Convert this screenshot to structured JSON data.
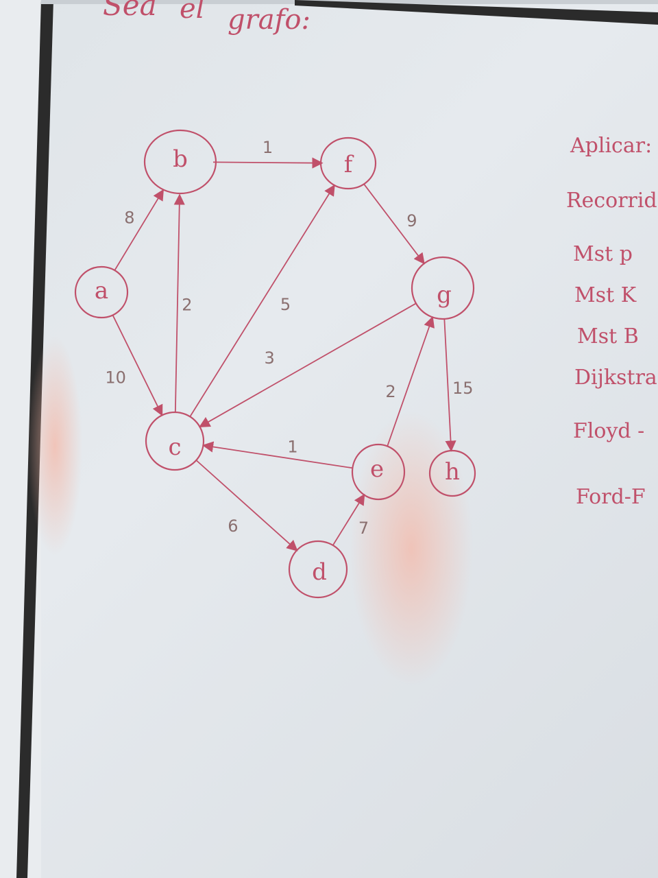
{
  "heading": {
    "text_a": "Sea",
    "text_b": "el",
    "text_c": "grafo:"
  },
  "nodes": {
    "a": "a",
    "b": "b",
    "c": "c",
    "d": "d",
    "e": "e",
    "f": "f",
    "g": "g",
    "h": "h"
  },
  "edges": [
    {
      "from": "a",
      "to": "b",
      "weight": "8"
    },
    {
      "from": "a",
      "to": "c",
      "weight": "10"
    },
    {
      "from": "c",
      "to": "b",
      "weight": "2"
    },
    {
      "from": "b",
      "to": "f",
      "weight": "1"
    },
    {
      "from": "c",
      "to": "f",
      "weight": "5"
    },
    {
      "from": "f",
      "to": "g",
      "weight": "9"
    },
    {
      "from": "g",
      "to": "c",
      "weight": "3"
    },
    {
      "from": "e",
      "to": "g",
      "weight": "2"
    },
    {
      "from": "g",
      "to": "h",
      "weight": "15"
    },
    {
      "from": "e",
      "to": "c",
      "weight": "1"
    },
    {
      "from": "c",
      "to": "d",
      "weight": "6"
    },
    {
      "from": "d",
      "to": "e",
      "weight": "7"
    }
  ],
  "side_list": {
    "title": "Aplicar:",
    "items": [
      "Recorrido",
      "Mst p",
      "Mst K",
      "Mst B",
      "Dijkstra",
      "Floyd -",
      "Ford-F"
    ]
  },
  "colors": {
    "ink": "#c0506a",
    "board": "#e3e7eb",
    "frame": "#2b2b2b"
  }
}
